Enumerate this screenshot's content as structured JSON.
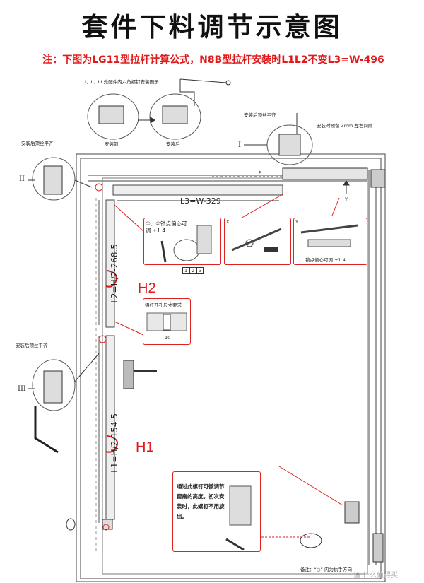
{
  "title": "套件下料调节示意图",
  "note": "注：下图为LG11型拉杆计算公式，N8B型拉杆安装时L1L2不变L3=W-496",
  "labels": {
    "hex_screw_title": "I、II、III 处配件内六角螺钉安装图示",
    "before_install": "安装前",
    "after_install": "安装后",
    "top_install_flush": "安装后顶丝平齐",
    "gap_reserve": "安装时预留 3mm 左右间隙",
    "left_install_flush_1": "安装后顶丝平齐",
    "left_install_flush_3": "安装后顶丝平齐",
    "l3_formula": "L3=W-329",
    "l2_formula": "L2=H/2-268.5",
    "l1_formula": "L1=H/2-154.5",
    "h2": "H2",
    "h1": "H1",
    "adjust_12": "①、②锁点偏心可调 ±1.4",
    "adjust_y": "锁点偏心可调 ±1.4",
    "num_123": [
      "1",
      "2",
      "3"
    ],
    "rod_hole": "铝杆开孔尺寸要求",
    "dim_10": "10",
    "bottom_note": "通过此螺钉可微调节窗扇的高度。初次安装时，此螺钉不用旋出。",
    "footer_note": "备注：“○” 内为执手方向",
    "watermark": "值 什么值得买",
    "roman_1": "I",
    "roman_2": "II",
    "roman_3": "III",
    "x_mark": "X",
    "y_mark": "Y"
  },
  "colors": {
    "accent": "#e0191b",
    "line": "#444444",
    "box_border": "#dd2222"
  }
}
